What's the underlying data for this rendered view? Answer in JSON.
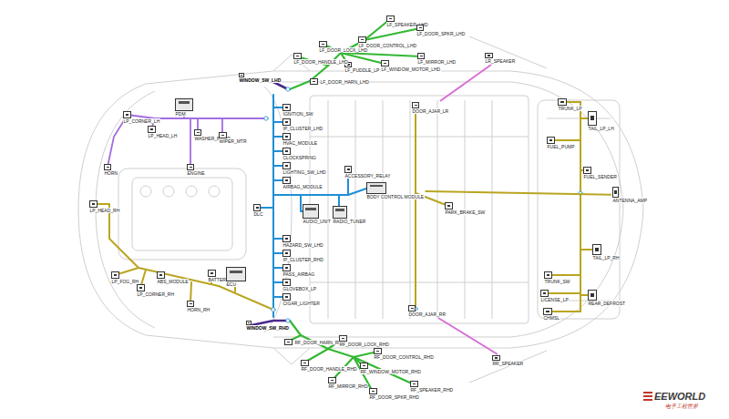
{
  "diagram": {
    "nodes": [
      {
        "text": [
          "LF_SPEAKER_LHD"
        ]
      },
      {
        "text": [
          "LF_DOOR_SPKR_LHD"
        ]
      },
      {
        "text": [
          "LF_DOOR_CONTROL_LHD"
        ]
      },
      {
        "text": [
          "LF_DOOR_LOCK_LHD"
        ]
      },
      {
        "text": [
          "LF_MIRROR_LHD"
        ]
      },
      {
        "text": [
          "LF_WINDOW_MOTOR_LHD"
        ]
      },
      {
        "text": [
          "LF_PUDDLE_LP"
        ]
      },
      {
        "text": [
          "LF_DOOR_HANDLE_LHD"
        ]
      },
      {
        "text": [
          "LF_DOOR_HARN_LHD"
        ]
      },
      {
        "text": [
          "WINDOW_SW_LHD"
        ]
      },
      {
        "text": [
          "PDM"
        ]
      },
      {
        "text": [
          "LP_CORNER_LH"
        ]
      },
      {
        "text": [
          "LP_HEAD_LH"
        ]
      },
      {
        "text": [
          "WASHER_PUMP"
        ]
      },
      {
        "text": [
          "WIPER_MTR"
        ]
      },
      {
        "text": [
          "HORN"
        ]
      },
      {
        "text": [
          "ENGINE"
        ]
      },
      {
        "text": [
          "IGNITION_SW"
        ]
      },
      {
        "text": [
          "IP_CLUSTER_LHD"
        ]
      },
      {
        "text": [
          "HVAC_MODULE"
        ]
      },
      {
        "text": [
          "CLOCKSPRING"
        ]
      },
      {
        "text": [
          "LIGHTING_SW_LHD"
        ]
      },
      {
        "text": [
          "AIRBAG_MODULE"
        ]
      },
      {
        "text": [
          "DLC"
        ]
      },
      {
        "text": [
          "AUDIO_UNIT"
        ]
      },
      {
        "text": [
          "RADIO_TUNER"
        ]
      },
      {
        "text": [
          "HAZARD_SW_LHD"
        ]
      },
      {
        "text": [
          "IP_CLUSTER_RHD"
        ]
      },
      {
        "text": [
          "PASS_AIRBAG"
        ]
      },
      {
        "text": [
          "GLOVEBOX_LP"
        ]
      },
      {
        "text": [
          "CIGAR_LIGHTER"
        ]
      },
      {
        "text": [
          "ACCESSORY_RELAY"
        ]
      },
      {
        "text": [
          "BODY CONTROL MODULE"
        ]
      },
      {
        "text": [
          "LP_HEAD_RH"
        ]
      },
      {
        "text": [
          "LP_FOG_RH"
        ]
      },
      {
        "text": [
          "LP_CORNER_RH"
        ]
      },
      {
        "text": [
          "ABS_MODULE"
        ]
      },
      {
        "text": [
          "BATTERY"
        ]
      },
      {
        "text": [
          "ECU"
        ]
      },
      {
        "text": [
          "HORN_RH"
        ]
      },
      {
        "text": [
          "WINDOW_SW_RHD"
        ]
      },
      {
        "text": [
          "RF_DOOR_HARN_RHD"
        ]
      },
      {
        "text": [
          "RF_DOOR_LOCK_RHD"
        ]
      },
      {
        "text": [
          "RF_DOOR_CONTROL_RHD"
        ]
      },
      {
        "text": [
          "RF_DOOR_HANDLE_RHD"
        ]
      },
      {
        "text": [
          "RF_WINDOW_MOTOR_RHD"
        ]
      },
      {
        "text": [
          "RF_MIRROR_RHD"
        ]
      },
      {
        "text": [
          "RF_DOOR_SPKR_RHD"
        ]
      },
      {
        "text": [
          "RF_SPEAKER_RHD"
        ]
      },
      {
        "text": [
          "DOOR_AJAR_LR"
        ]
      },
      {
        "text": [
          "PARK_BRAKE_SW"
        ]
      },
      {
        "text": [
          "DOOR_AJAR_RR"
        ]
      },
      {
        "text": [
          "LR_SPEAKER"
        ]
      },
      {
        "text": [
          "RR_SPEAKER"
        ]
      },
      {
        "text": [
          "TRUNK_LP"
        ]
      },
      {
        "text": [
          "TAIL_LP_LH"
        ]
      },
      {
        "text": [
          "FUEL_PUMP"
        ]
      },
      {
        "text": [
          "FUEL_SENDER"
        ]
      },
      {
        "text": [
          "ANTENNA_AMP"
        ]
      },
      {
        "text": [
          "TAIL_LP_RH"
        ]
      },
      {
        "text": [
          "TRUNK_SW"
        ]
      },
      {
        "text": [
          "LICENSE_LP"
        ]
      },
      {
        "text": [
          "REAR_DEFROST"
        ]
      },
      {
        "text": [
          "CHMSL"
        ]
      }
    ],
    "edges": [
      {
        "from": 32,
        "to": 58,
        "arrow": "none"
      },
      {
        "from": 49,
        "to": 52,
        "arrow": "none"
      },
      {
        "from": 51,
        "to": 53,
        "arrow": "none"
      }
    ],
    "labels": [
      "EEWORLD",
      "电子工程世界"
    ]
  }
}
